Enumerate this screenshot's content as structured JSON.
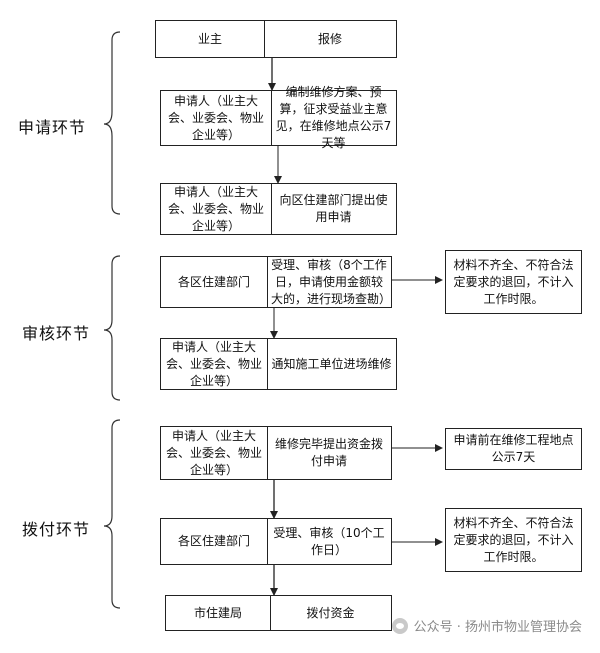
{
  "stages": {
    "apply": "申请环节",
    "review": "审核环节",
    "payment": "拨付环节"
  },
  "flow": {
    "step1": {
      "actor": "业主",
      "action": "报修"
    },
    "step2": {
      "actor": "申请人（业主大会、业委会、物业企业等）",
      "action": "编制维修方案、预算，征求受益业主意见，在维修地点公示7天等"
    },
    "step3": {
      "actor": "申请人（业主大会、业委会、物业企业等）",
      "action": "向区住建部门提出使用申请"
    },
    "step4": {
      "actor": "各区住建部门",
      "action": "受理、审核（8个工作日，申请使用金额较大的，进行现场查勘）"
    },
    "step5": {
      "actor": "申请人（业主大会、业委会、物业企业等）",
      "action": "通知施工单位进场维修"
    },
    "step6": {
      "actor": "申请人（业主大会、业委会、物业企业等）",
      "action": "维修完毕提出资金拨付申请"
    },
    "step7": {
      "actor": "各区住建部门",
      "action": "受理、审核（10个工作日）"
    },
    "step8": {
      "actor": "市住建局",
      "action": "拨付资金"
    }
  },
  "notes": {
    "review_reject": "材料不齐全、不符合法定要求的退回，不计入工作时限。",
    "publicity": "申请前在维修工程地点公示7天",
    "payment_reject": "材料不齐全、不符合法定要求的退回，不计入工作时限。"
  },
  "watermark": {
    "text": "公众号 · 扬州市物业管理协会",
    "icon": "wechat-icon"
  }
}
